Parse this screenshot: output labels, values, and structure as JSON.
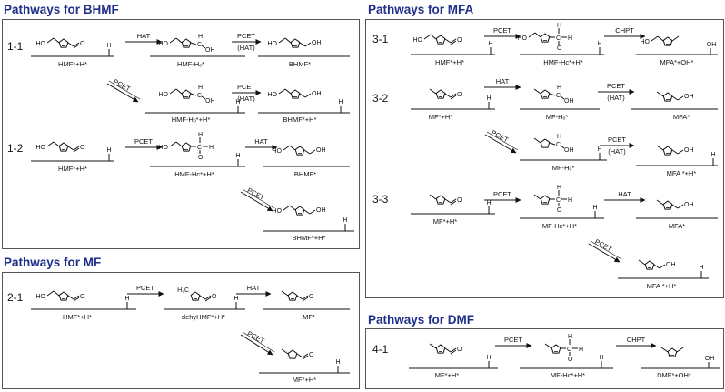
{
  "sections": [
    {
      "title": "Pathways for BHMF"
    },
    {
      "title": "Pathways for MF"
    },
    {
      "title": "Pathways for MFA"
    },
    {
      "title": "Pathways for DMF"
    }
  ],
  "pathways": [
    {
      "id": "1-1",
      "steps": [
        {
          "label": "HMF*+H*"
        },
        {
          "arrow": "HAT"
        },
        {
          "label": "HMF-Hₒ*"
        },
        {
          "arrow": "PCET",
          "arrow2": "(HAT)"
        },
        {
          "label": "BHMF*"
        }
      ]
    },
    {
      "id": "1-1b",
      "steps": [
        {
          "arrow": "PCET"
        },
        {
          "label": "HMF-Hₒ*+H*"
        },
        {
          "arrow": "PCET",
          "arrow2": "(HAT)"
        },
        {
          "label": "BHMF*+H*"
        }
      ]
    },
    {
      "id": "1-2",
      "steps": [
        {
          "label": "HMF*+H*"
        },
        {
          "arrow": "PCET"
        },
        {
          "label": "HMF-Hᴄ*+H*"
        },
        {
          "arrow": "HAT"
        },
        {
          "label": "BHMF*"
        },
        {
          "arrow": "PCET"
        },
        {
          "label": "BHMF*+H*"
        }
      ]
    },
    {
      "id": "2-1",
      "steps": [
        {
          "label": "HMF*+H*"
        },
        {
          "arrow": "PCET"
        },
        {
          "label": "dehyHMF*+H*"
        },
        {
          "arrow": "HAT"
        },
        {
          "label": "MF*"
        },
        {
          "arrow": "PCET"
        },
        {
          "label": "MF*+H*"
        }
      ]
    },
    {
      "id": "3-1",
      "steps": [
        {
          "label": "HMF*+H*"
        },
        {
          "arrow": "PCET"
        },
        {
          "label": "HMF-Hᴄ*+H*"
        },
        {
          "arrow": "CHPT"
        },
        {
          "label": "MFA*+OH*"
        }
      ]
    },
    {
      "id": "3-2",
      "steps": [
        {
          "label": "MF*+H*"
        },
        {
          "arrow": "HAT"
        },
        {
          "label": "MF-Hₒ*"
        },
        {
          "arrow": "PCET",
          "arrow2": "(HAT)"
        },
        {
          "label": "MFA*"
        },
        {
          "arrow": "PCET"
        },
        {
          "label": "MF-Hₒ*"
        },
        {
          "arrow": "PCET",
          "arrow2": "(HAT)"
        },
        {
          "label": "MFA *+H*"
        }
      ]
    },
    {
      "id": "3-3",
      "steps": [
        {
          "label": "MF*+H*"
        },
        {
          "arrow": "PCET"
        },
        {
          "label": "MF-Hᴄ*+H*"
        },
        {
          "arrow": "HAT"
        },
        {
          "label": "MFA*"
        },
        {
          "arrow": "PCET"
        },
        {
          "label": "MFA *+H*"
        }
      ]
    },
    {
      "id": "4-1",
      "steps": [
        {
          "label": "MF*+H*"
        },
        {
          "arrow": "PCET"
        },
        {
          "label": "MF-Hᴄ*+H*"
        },
        {
          "arrow": "CHPT"
        },
        {
          "label": "DMF*+OH*"
        }
      ]
    }
  ],
  "atoms": {
    "O": "O",
    "H": "H",
    "C": "C",
    "OH": "OH",
    "HO": "HO",
    "H2C": "H₂C"
  },
  "colors": {
    "title": "#1f2f8a",
    "line": "#111111",
    "border": "#555555"
  }
}
